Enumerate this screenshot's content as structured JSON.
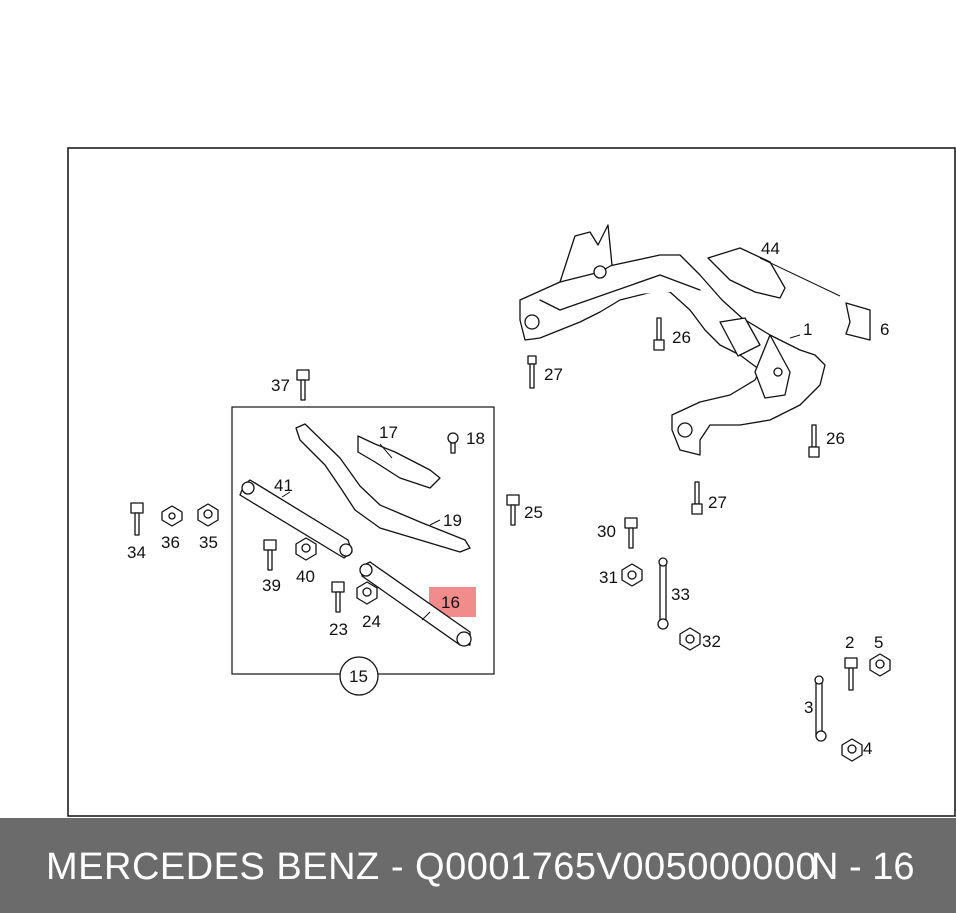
{
  "footer": {
    "brand": "MERCEDES BENZ - Q0001765V005000000",
    "page": "N - 16"
  },
  "highlight_color": "#f28b8b",
  "callouts": [
    {
      "id": "1",
      "text": "1"
    },
    {
      "id": "2",
      "text": "2"
    },
    {
      "id": "3",
      "text": "3"
    },
    {
      "id": "4",
      "text": "4"
    },
    {
      "id": "5",
      "text": "5"
    },
    {
      "id": "6",
      "text": "6"
    },
    {
      "id": "15",
      "text": "15"
    },
    {
      "id": "16",
      "text": "16",
      "highlighted": true
    },
    {
      "id": "17",
      "text": "17"
    },
    {
      "id": "18",
      "text": "18"
    },
    {
      "id": "19",
      "text": "19"
    },
    {
      "id": "23",
      "text": "23"
    },
    {
      "id": "24",
      "text": "24"
    },
    {
      "id": "25",
      "text": "25"
    },
    {
      "id": "26a",
      "text": "26"
    },
    {
      "id": "26b",
      "text": "26"
    },
    {
      "id": "27a",
      "text": "27"
    },
    {
      "id": "27b",
      "text": "27"
    },
    {
      "id": "30",
      "text": "30"
    },
    {
      "id": "31",
      "text": "31"
    },
    {
      "id": "32",
      "text": "32"
    },
    {
      "id": "33",
      "text": "33"
    },
    {
      "id": "34",
      "text": "34"
    },
    {
      "id": "35",
      "text": "35"
    },
    {
      "id": "36",
      "text": "36"
    },
    {
      "id": "37",
      "text": "37"
    },
    {
      "id": "39",
      "text": "39"
    },
    {
      "id": "40",
      "text": "40"
    },
    {
      "id": "41",
      "text": "41"
    },
    {
      "id": "44",
      "text": "44"
    }
  ]
}
